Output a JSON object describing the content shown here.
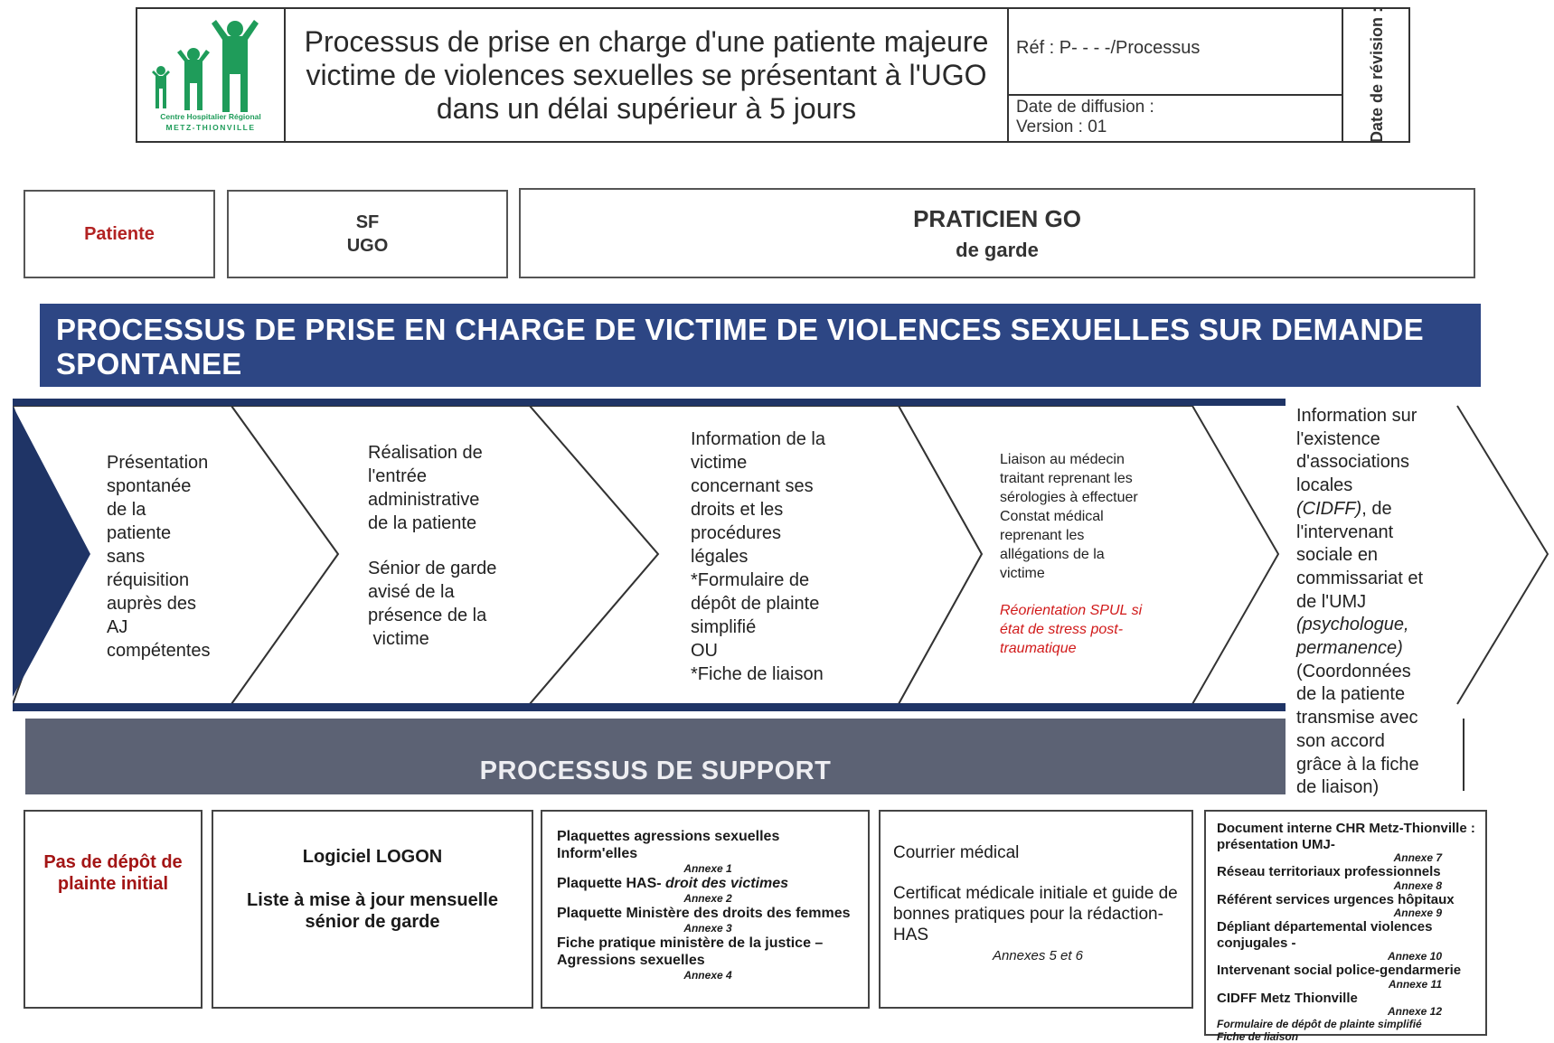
{
  "header": {
    "logo_text_line1": "Centre Hospitalier Régional",
    "logo_text_line2": "METZ-THIONVILLE",
    "title": "Processus de prise en charge d'une patiente majeure victime de violences sexuelles se présentant à l'UGO dans un délai supérieur à 5 jours",
    "ref": "Réf : P- - - -/Processus",
    "date_diffusion": "Date de diffusion :",
    "version": "Version : 01",
    "date_revision": "Date de révision :"
  },
  "roles": {
    "patiente": "Patiente",
    "sf_line1": "SF",
    "sf_line2": "UGO",
    "praticien_line1": "PRATICIEN GO",
    "praticien_line2": "de garde"
  },
  "banner_main": "PROCESSUS DE PRISE EN CHARGE DE VICTIME DE VIOLENCES SEXUELLES SUR DEMANDE SPONTANEE",
  "steps": {
    "step1": [
      "Présentation",
      "spontanée",
      "de la",
      "patiente",
      "sans",
      "réquisition",
      "auprès des",
      "AJ",
      "compétentes"
    ],
    "step2": {
      "part1": [
        "Réalisation de",
        "l'entrée",
        "administrative",
        "de la patiente"
      ],
      "part2": [
        "Sénior de garde",
        "avisé de la",
        "présence de la",
        " victime"
      ]
    },
    "step3": [
      "Information de la",
      "victime",
      "concernant ses",
      "droits et les",
      "procédures",
      "légales",
      "*Formulaire de",
      "dépôt de plainte",
      "simplifié",
      "OU",
      "*Fiche de liaison"
    ],
    "step4": {
      "lines": [
        "Liaison au médecin",
        "traitant reprenant les",
        "sérologies à effectuer",
        "Constat médical",
        "reprenant les",
        "allégations de la",
        "victime"
      ],
      "red_lines": [
        "Réorientation SPUL si",
        "état de stress post-",
        "traumatique"
      ]
    },
    "step5": {
      "l1": "Information sur",
      "l2": "l'existence",
      "l3": "d'associations",
      "l4": "locales",
      "l5_it": "(CIDFF)",
      "l5_rest": ", de",
      "l6": "l'intervenant",
      "l7": "sociale en",
      "l8": "commissariat et",
      "l9": "de l'UMJ",
      "l10_it": "(psychologue,",
      "l11_it": "permanence)",
      "l12": "(Coordonnées",
      "l13": "de la patiente",
      "l14": "transmise avec",
      "l15": "son accord",
      "l16": "grâce à la fiche",
      "l17": "de liaison)"
    }
  },
  "banner_support": "PROCESSUS DE SUPPORT",
  "support": {
    "box1": [
      "Pas de dépôt de",
      "plainte initial"
    ],
    "box2": {
      "title": "Logiciel LOGON",
      "line1": "Liste à mise à jour mensuelle",
      "line2": "sénior de garde"
    },
    "box3": {
      "i1": "Plaquettes agressions sexuelles Inform'elles",
      "a1": "Annexe 1",
      "i2a": "Plaquette HAS- ",
      "i2b": "droit des victimes",
      "a2": "Annexe 2",
      "i3": "Plaquette Ministère des droits des femmes",
      "a3": "Annexe 3",
      "i4": "Fiche pratique ministère de la justice – Agressions sexuelles",
      "a4": "Annexe 4"
    },
    "box4": {
      "l1": "Courrier médical",
      "l2": "Certificat médicale initiale et guide de bonnes pratiques pour la rédaction-HAS",
      "ann": "Annexes 5 et 6"
    },
    "box5": {
      "i1": "Document interne CHR Metz-Thionville : présentation UMJ-",
      "a1": "Annexe 7",
      "i2": "Réseau territoriaux professionnels",
      "a2": "Annexe 8",
      "i3": "Référent services urgences hôpitaux",
      "a3": "Annexe 9",
      "i4": "Dépliant départemental violences conjugales -",
      "a4": "Annexe 10",
      "i5": "Intervenant social police-gendarmerie",
      "a5": "Annexe 11",
      "i6": "CIDFF Metz Thionville",
      "a6": "Annexe 12",
      "i7": "Formulaire de dépôt de plainte simplifié",
      "i8": "Fiche de liaison"
    }
  },
  "colors": {
    "banner_blue": "#2d4684",
    "band_navy": "#1f3466",
    "support_grey": "#5c6274",
    "logo_green": "#1f9c5a",
    "red": "#b22222"
  }
}
